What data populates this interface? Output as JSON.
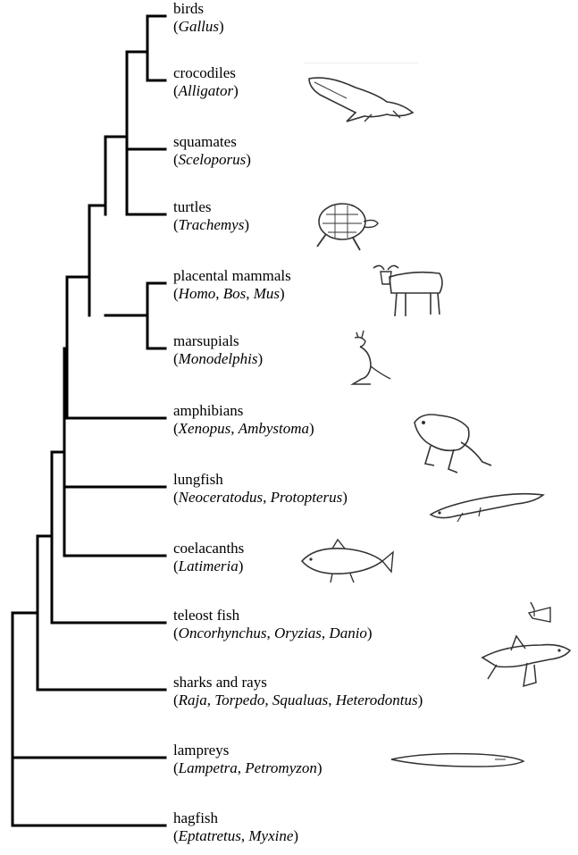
{
  "taxa": [
    {
      "common": "birds",
      "genera": [
        "Gallus"
      ],
      "silhouette": null
    },
    {
      "common": "crocodiles",
      "genera": [
        "Alligator"
      ],
      "silhouette": "crocodile-silhouette"
    },
    {
      "common": "squamates",
      "genera": [
        "Sceloporus"
      ],
      "silhouette": null
    },
    {
      "common": "turtles",
      "genera": [
        "Trachemys"
      ],
      "silhouette": "turtle-silhouette"
    },
    {
      "common": "placental mammals",
      "genera": [
        "Homo",
        "Bos",
        "Mus"
      ],
      "silhouette": "cow-silhouette"
    },
    {
      "common": "marsupials",
      "genera": [
        "Monodelphis"
      ],
      "silhouette": "kangaroo-silhouette"
    },
    {
      "common": "amphibians",
      "genera": [
        "Xenopus",
        "Ambystoma"
      ],
      "silhouette": "frog-silhouette"
    },
    {
      "common": "lungfish",
      "genera": [
        "Neoceratodus",
        "Protopterus"
      ],
      "silhouette": "lungfish-silhouette"
    },
    {
      "common": "coelacanths",
      "genera": [
        "Latimeria"
      ],
      "silhouette": "coelacanth-silhouette"
    },
    {
      "common": "teleost fish",
      "genera": [
        "Oncorhynchus",
        "Oryzias",
        "Danio"
      ],
      "silhouette": "teleost-tail-silhouette"
    },
    {
      "common": "sharks and rays",
      "genera": [
        "Raja",
        "Torpedo",
        "Squaluas",
        "Heterodontus"
      ],
      "silhouette": "shark-silhouette"
    },
    {
      "common": "lampreys",
      "genera": [
        "Lampetra",
        "Petromyzon"
      ],
      "silhouette": "lamprey-silhouette"
    },
    {
      "common": "hagfish",
      "genera": [
        "Eptatretus",
        "Myxine"
      ],
      "silhouette": null
    }
  ],
  "colors": {
    "lines": "#000000",
    "silhouette_stroke": "#333333"
  }
}
